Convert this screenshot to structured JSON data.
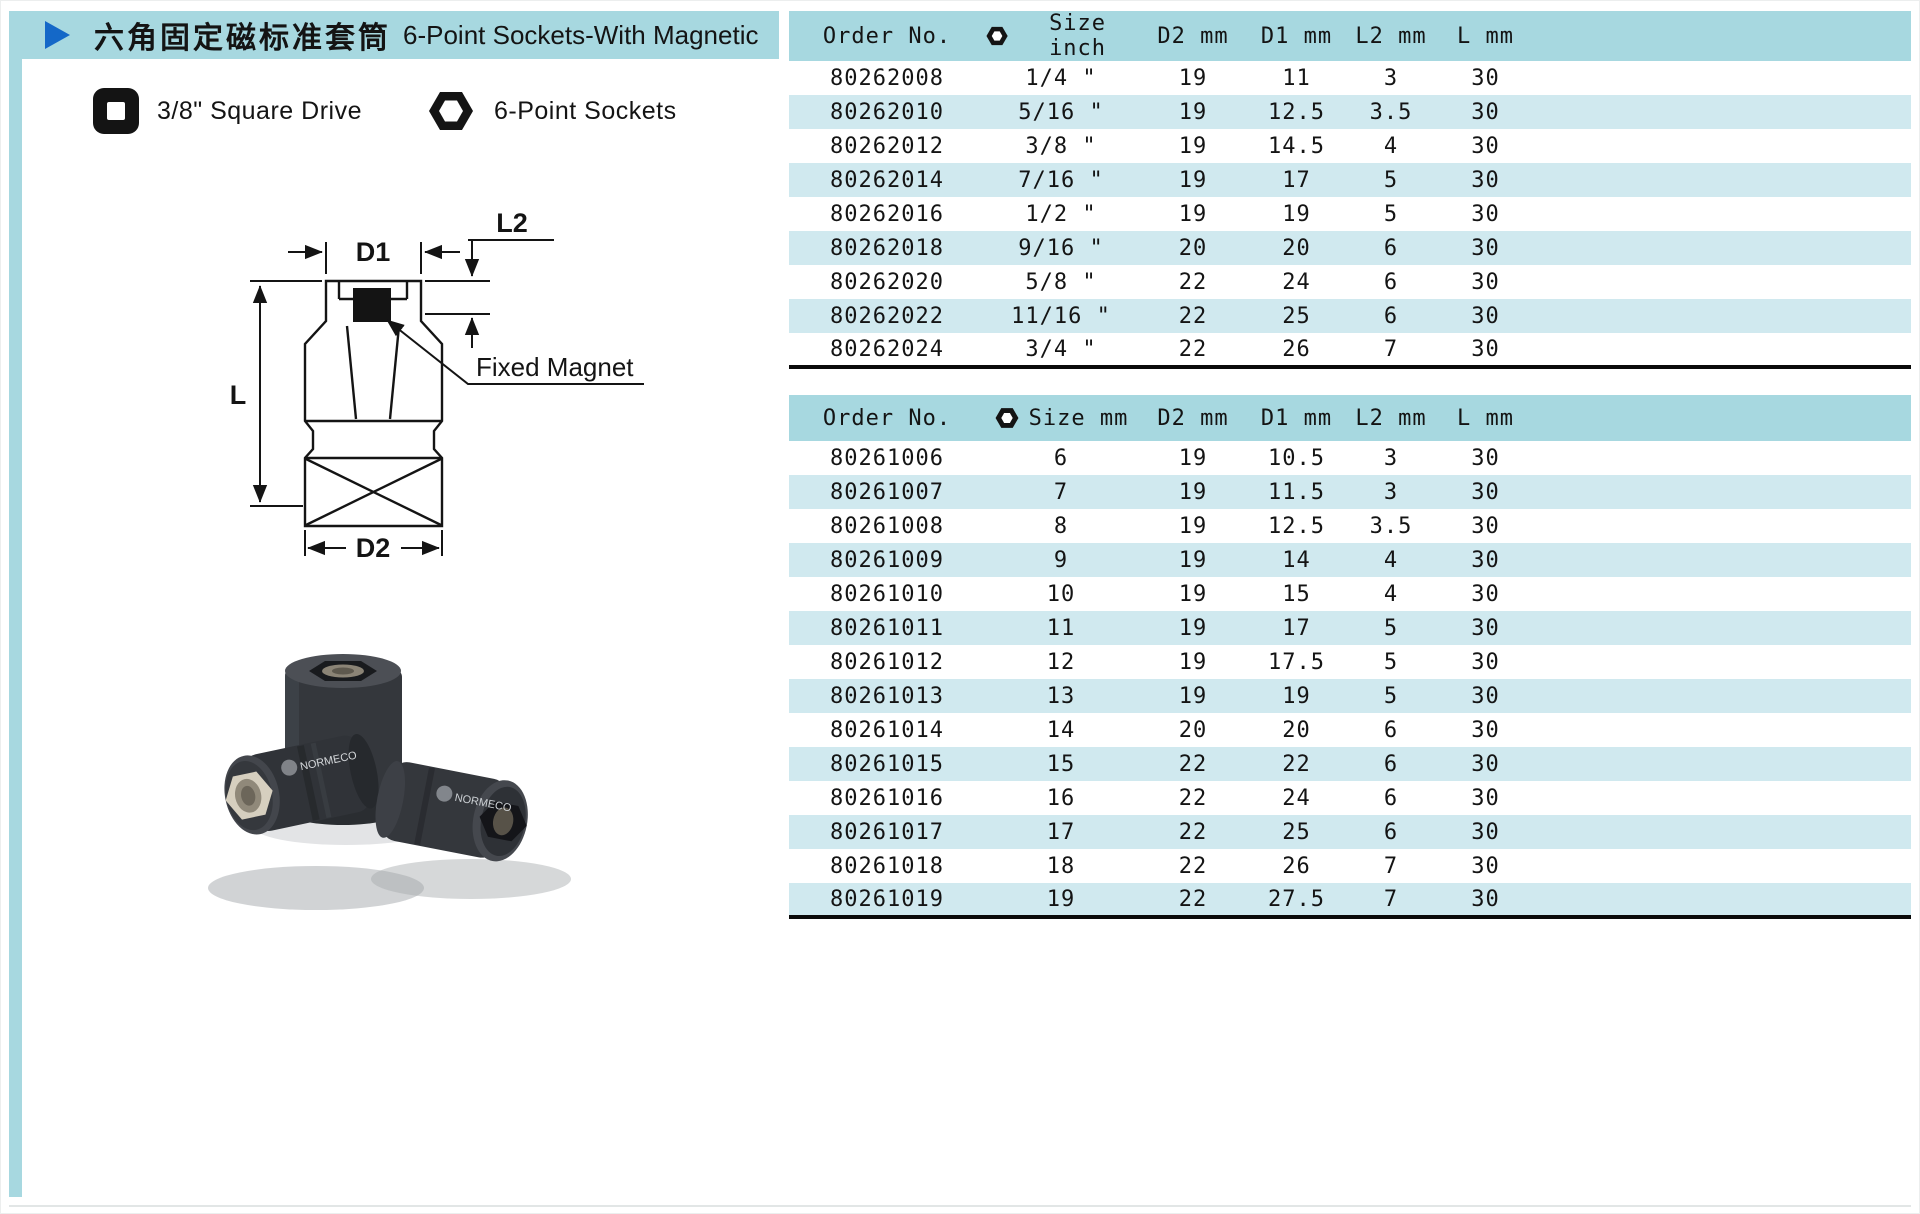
{
  "header": {
    "title_zh": "六角固定磁标准套筒",
    "title_en": "6-Point Sockets-With Magnetic"
  },
  "legend": {
    "square_drive_label": "3/8\" Square Drive",
    "hex_label": "6-Point Sockets"
  },
  "diagram": {
    "d1_label": "D1",
    "l2_label": "L2",
    "l_label": "L",
    "d2_label": "D2",
    "magnet_label": "Fixed Magnet"
  },
  "photo": {
    "brand": "NORMECO"
  },
  "colors": {
    "teal": "#a7d8e0",
    "stripe": "#d0e9ef",
    "arrow_blue": "#1468c8"
  },
  "tables": [
    {
      "headers": [
        "Order No.",
        "Size inch",
        "D2 mm",
        "D1 mm",
        "L2 mm",
        "L mm"
      ],
      "rows": [
        [
          "80262008",
          "1/4 \"",
          "19",
          "11",
          "3",
          "30"
        ],
        [
          "80262010",
          "5/16 \"",
          "19",
          "12.5",
          "3.5",
          "30"
        ],
        [
          "80262012",
          "3/8 \"",
          "19",
          "14.5",
          "4",
          "30"
        ],
        [
          "80262014",
          "7/16 \"",
          "19",
          "17",
          "5",
          "30"
        ],
        [
          "80262016",
          "1/2 \"",
          "19",
          "19",
          "5",
          "30"
        ],
        [
          "80262018",
          "9/16 \"",
          "20",
          "20",
          "6",
          "30"
        ],
        [
          "80262020",
          "5/8 \"",
          "22",
          "24",
          "6",
          "30"
        ],
        [
          "80262022",
          "11/16 \"",
          "22",
          "25",
          "6",
          "30"
        ],
        [
          "80262024",
          "3/4 \"",
          "22",
          "26",
          "7",
          "30"
        ]
      ]
    },
    {
      "headers": [
        "Order No.",
        "Size mm",
        "D2 mm",
        "D1 mm",
        "L2 mm",
        "L mm"
      ],
      "rows": [
        [
          "80261006",
          "6",
          "19",
          "10.5",
          "3",
          "30"
        ],
        [
          "80261007",
          "7",
          "19",
          "11.5",
          "3",
          "30"
        ],
        [
          "80261008",
          "8",
          "19",
          "12.5",
          "3.5",
          "30"
        ],
        [
          "80261009",
          "9",
          "19",
          "14",
          "4",
          "30"
        ],
        [
          "80261010",
          "10",
          "19",
          "15",
          "4",
          "30"
        ],
        [
          "80261011",
          "11",
          "19",
          "17",
          "5",
          "30"
        ],
        [
          "80261012",
          "12",
          "19",
          "17.5",
          "5",
          "30"
        ],
        [
          "80261013",
          "13",
          "19",
          "19",
          "5",
          "30"
        ],
        [
          "80261014",
          "14",
          "20",
          "20",
          "6",
          "30"
        ],
        [
          "80261015",
          "15",
          "22",
          "22",
          "6",
          "30"
        ],
        [
          "80261016",
          "16",
          "22",
          "24",
          "6",
          "30"
        ],
        [
          "80261017",
          "17",
          "22",
          "25",
          "6",
          "30"
        ],
        [
          "80261018",
          "18",
          "22",
          "26",
          "7",
          "30"
        ],
        [
          "80261019",
          "19",
          "22",
          "27.5",
          "7",
          "30"
        ]
      ]
    }
  ]
}
